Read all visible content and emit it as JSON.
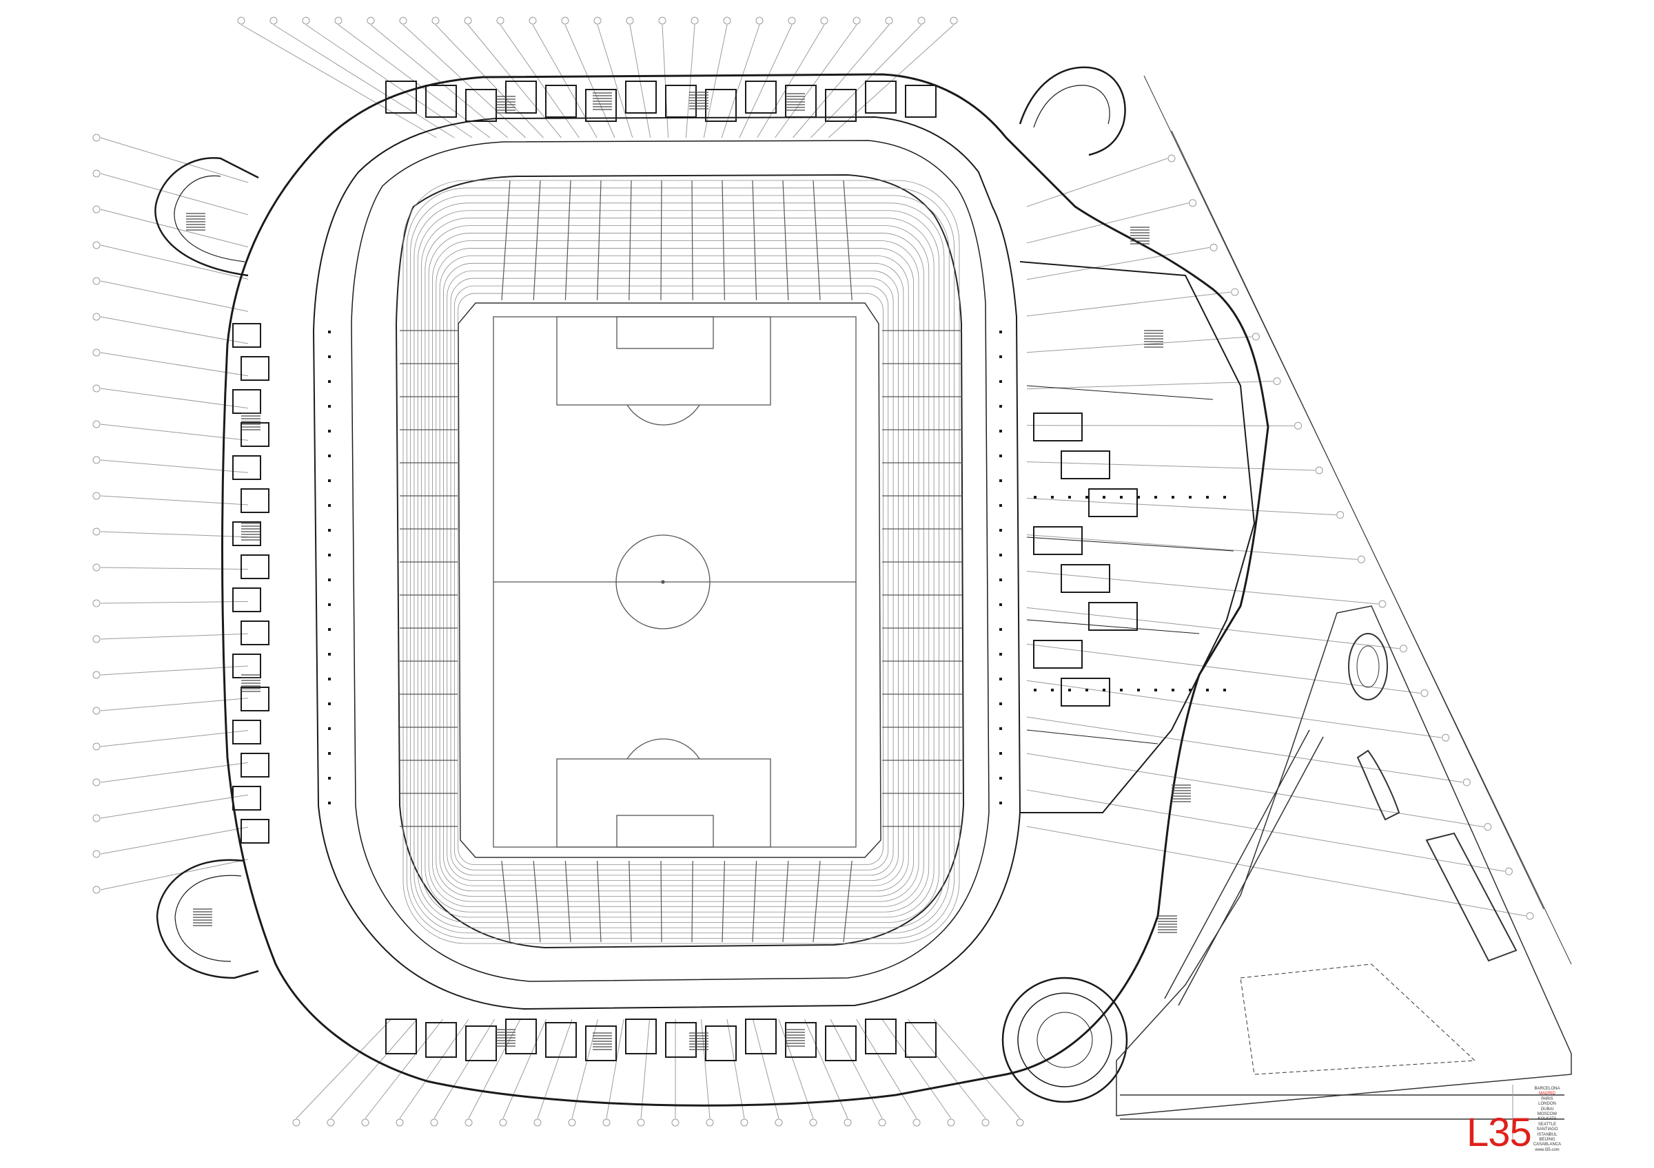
{
  "drawing": {
    "level_label": "L35",
    "accent_color": "#e0201b",
    "line_color": "#1a1a1a",
    "office_list": [
      "BARCELONA",
      "MADRID",
      "PARIS",
      "LONDON",
      "DUBAI",
      "MOSCOW",
      "KOLKATA",
      "SEATTLE",
      "SANTIAGO",
      "ISTANBUL",
      "BEIJING",
      "CASABLANCA"
    ],
    "active_office_index": 1,
    "website": "www.l35.com"
  },
  "plan_elements": {
    "field": "football-pitch",
    "seating": "seating-bowl",
    "concourse": "concourse-ring",
    "grid": "structural-grid",
    "towers": "circulation-towers",
    "site": "site-plaza"
  }
}
